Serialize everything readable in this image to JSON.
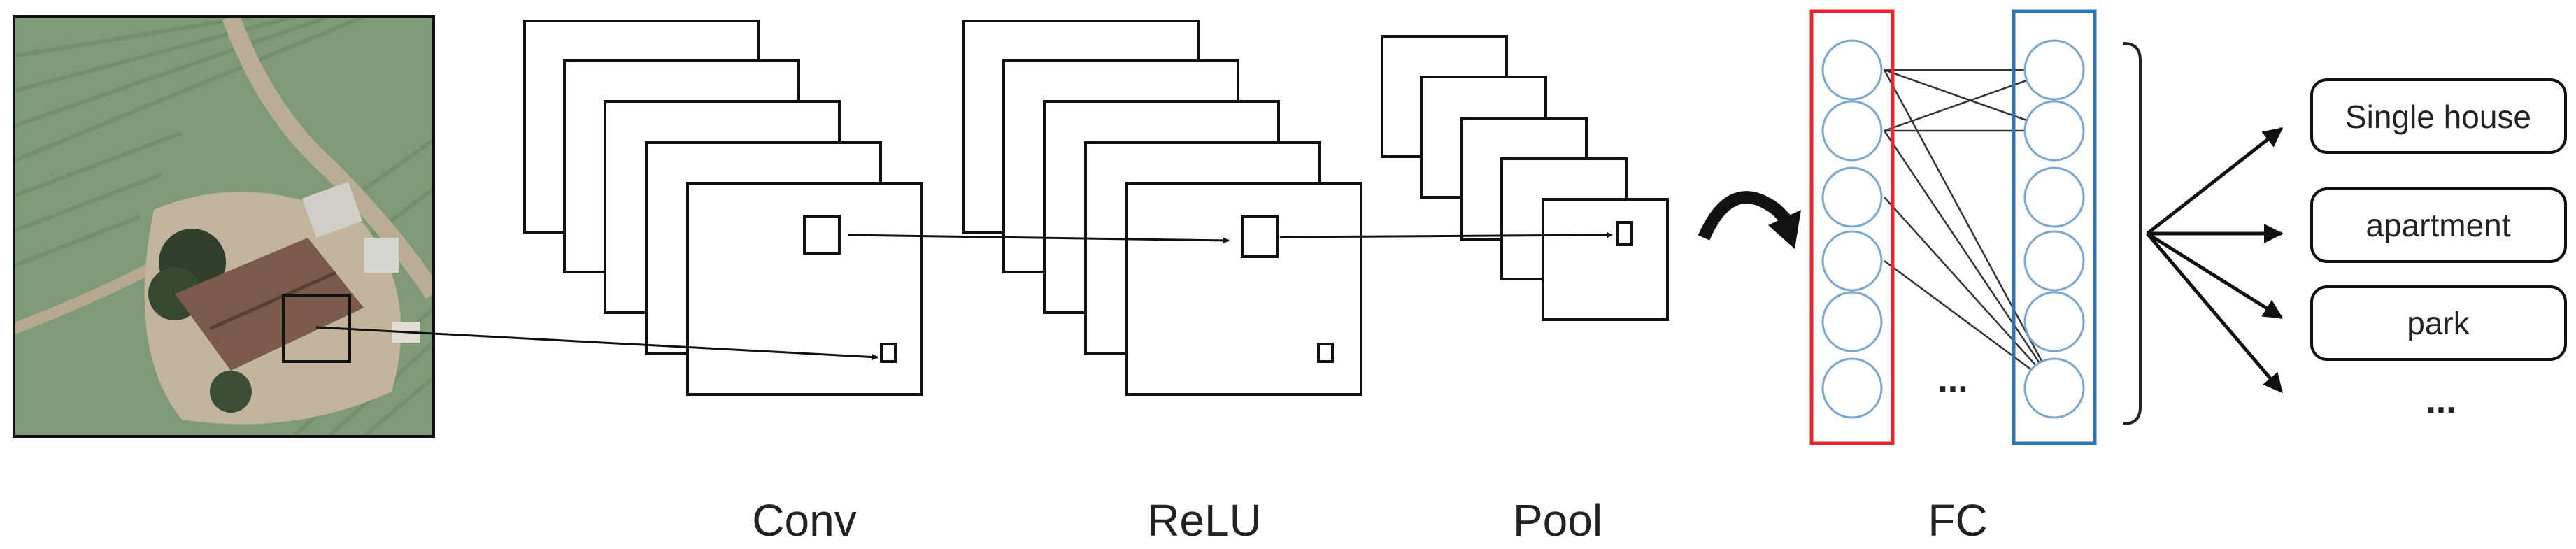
{
  "stages": {
    "conv": "Conv",
    "relu": "ReLU",
    "pool": "Pool",
    "fc": "FC"
  },
  "fc": {
    "ellipsis": "...",
    "input_layer_color": "#e8242c",
    "output_layer_color": "#2e75b6",
    "neuron_color": "#7aa6cf"
  },
  "outputs": {
    "classes": [
      "Single house",
      "apartment",
      "park"
    ],
    "ellipsis": "..."
  },
  "icons": {
    "input": "aerial-photo",
    "transition": "curved-arrow-icon"
  }
}
